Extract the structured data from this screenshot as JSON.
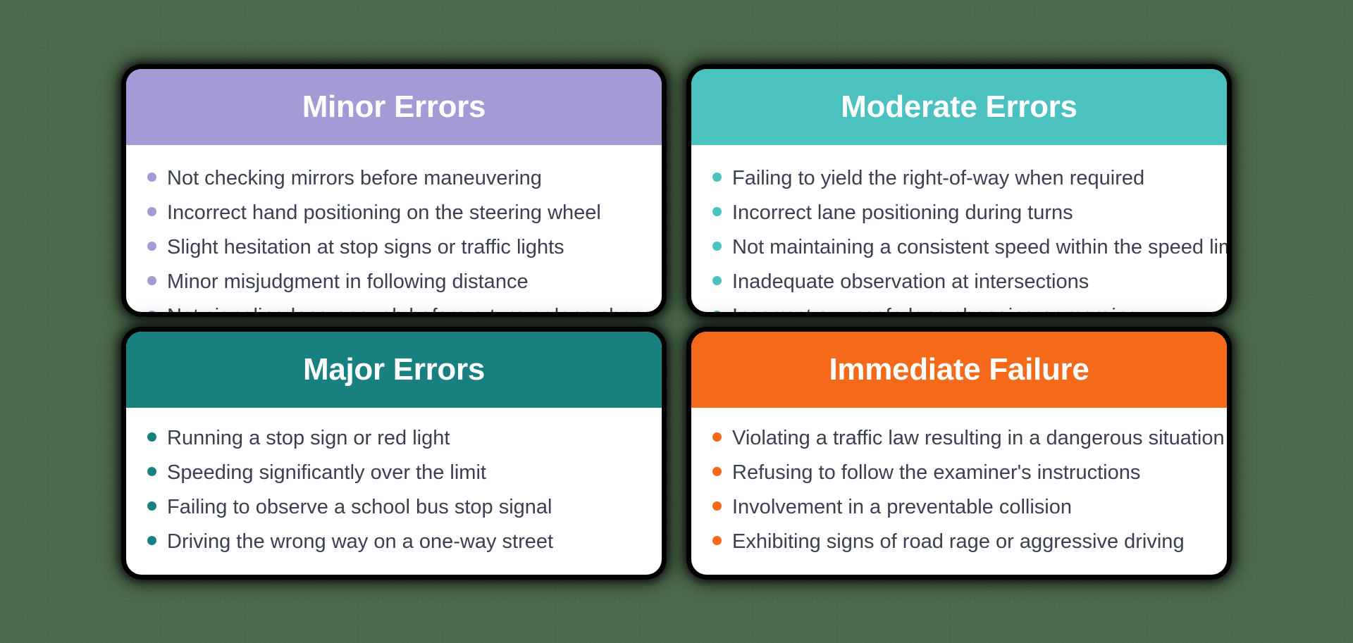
{
  "background": {
    "color": "#4d6b4d"
  },
  "cards": [
    {
      "id": "minor-errors",
      "title": "Minor Errors",
      "header_color": "#a49ad6",
      "bullet_color": "#a49ad6",
      "items": [
        "Not checking mirrors before maneuvering",
        "Incorrect hand positioning on the steering wheel",
        "Slight hesitation at stop signs or traffic lights",
        "Minor misjudgment in following distance",
        "Not signaling long enough before a turn or lane change"
      ]
    },
    {
      "id": "moderate-errors",
      "title": "Moderate Errors",
      "header_color": "#4cc2c0",
      "bullet_color": "#4cc2c0",
      "items": [
        "Failing to yield the right-of-way when required",
        "Incorrect lane positioning during turns",
        "Not maintaining a consistent speed within the speed limit",
        "Inadequate observation at intersections",
        "Incorrect or unsafe lane changing or merging"
      ]
    },
    {
      "id": "major-errors",
      "title": "Major Errors",
      "header_color": "#188180",
      "bullet_color": "#188180",
      "items": [
        "Running a stop sign or red light",
        "Speeding significantly over the limit",
        "Failing to observe a school bus stop signal",
        "Driving the wrong way on a one-way street"
      ]
    },
    {
      "id": "immediate-failure",
      "title": "Immediate Failure",
      "header_color": "#f4691a",
      "bullet_color": "#f4691a",
      "items": [
        "Violating a traffic law resulting in a dangerous situation",
        "Refusing to follow the examiner's instructions",
        "Involvement in a preventable collision",
        "Exhibiting signs of road rage or aggressive driving"
      ]
    }
  ]
}
